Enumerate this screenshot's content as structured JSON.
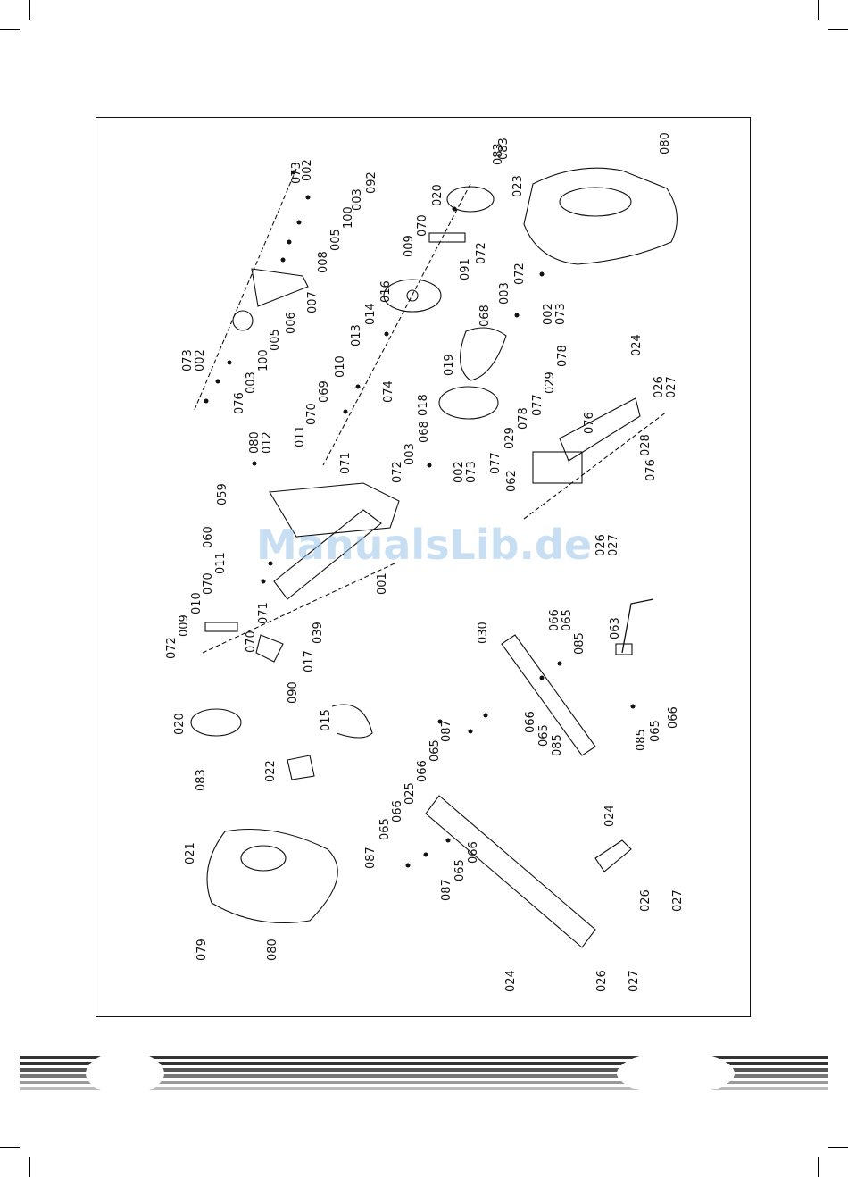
{
  "watermark": "ManualsLib.de",
  "labels": [
    "073",
    "002",
    "092",
    "003",
    "100",
    "005",
    "008",
    "007",
    "006",
    "005",
    "100",
    "003",
    "076",
    "002",
    "073",
    "020",
    "083",
    "070",
    "009",
    "072",
    "091",
    "016",
    "014",
    "013",
    "074",
    "010",
    "069",
    "070",
    "011",
    "083",
    "023",
    "080",
    "072",
    "003",
    "002",
    "073",
    "068",
    "019",
    "018",
    "068",
    "003",
    "072",
    "002",
    "073",
    "078",
    "029",
    "077",
    "078",
    "029",
    "077",
    "062",
    "076",
    "028",
    "076",
    "024",
    "026",
    "027",
    "026",
    "027",
    "080",
    "012",
    "059",
    "071",
    "060",
    "011",
    "070",
    "010",
    "009",
    "072",
    "070",
    "071",
    "001",
    "017",
    "039",
    "090",
    "020",
    "083",
    "015",
    "022",
    "021",
    "079",
    "080",
    "087",
    "065",
    "066",
    "025",
    "066",
    "065",
    "087",
    "087",
    "065",
    "066",
    "030",
    "066",
    "065",
    "085",
    "066",
    "065",
    "085",
    "085",
    "065",
    "066",
    "063",
    "024",
    "026",
    "027",
    "024",
    "026",
    "027"
  ],
  "colors": {
    "line": "#111111",
    "watermark": "#9cc4ea",
    "stripe_dark": "#333333",
    "stripe_mid": "#777777",
    "stripe_light": "#aaaaaa"
  }
}
